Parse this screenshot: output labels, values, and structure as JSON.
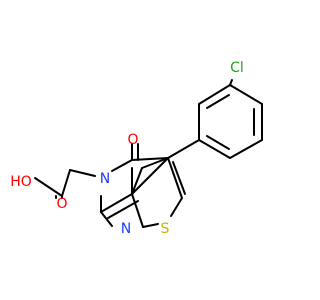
{
  "atoms": {
    "cl": {
      "symbol": "Cl",
      "color": "#1aa51a"
    },
    "o_carbonyl": {
      "symbol": "O",
      "color": "#ff0000"
    },
    "n3": {
      "symbol": "N",
      "color": "#1f3bff"
    },
    "n1": {
      "symbol": "N",
      "color": "#1f3bff"
    },
    "s": {
      "symbol": "S",
      "color": "#c8b400"
    },
    "o_acid_double": {
      "symbol": "O",
      "color": "#ff0000"
    },
    "ho": {
      "symbol": "HO",
      "color": "#ff0000"
    }
  }
}
